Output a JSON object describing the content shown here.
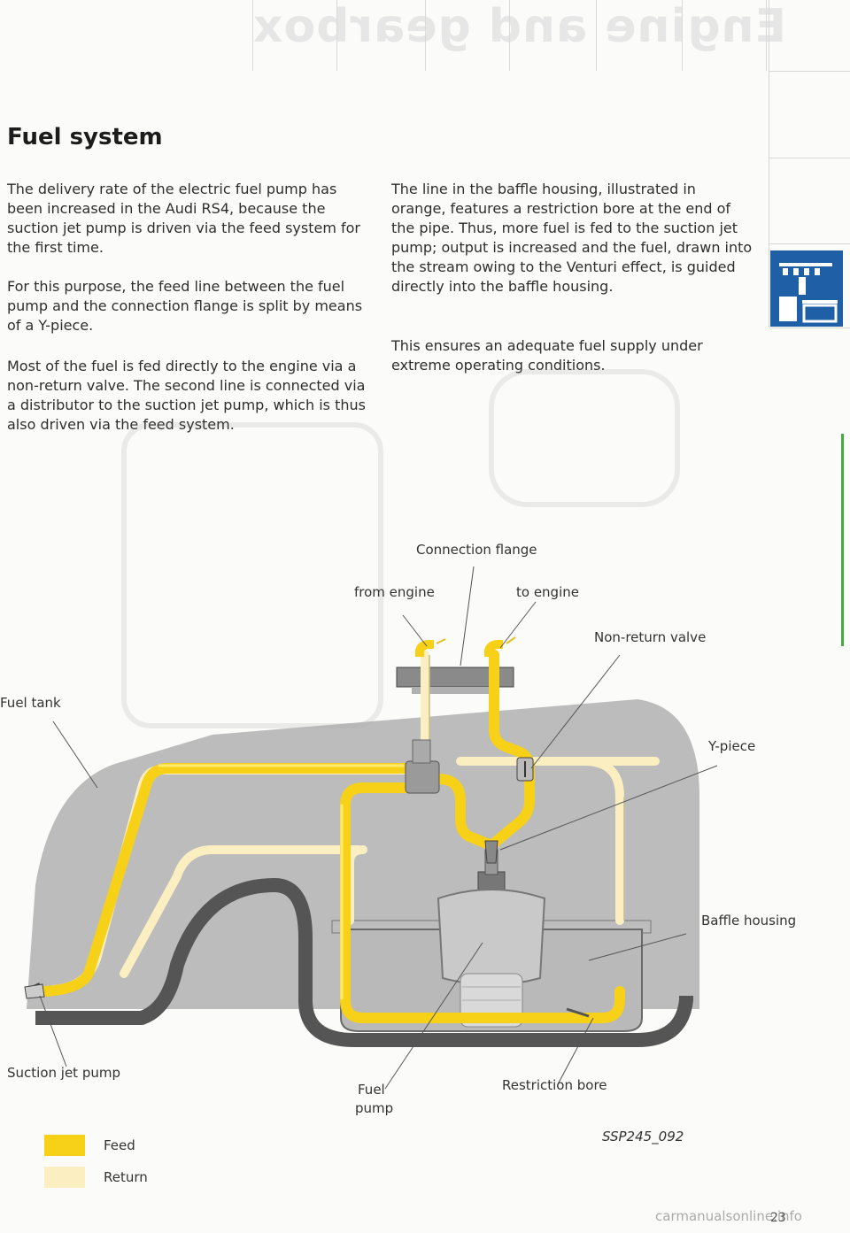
{
  "header": {
    "mirrored_title": "Engine and gearbox",
    "section_icon": "engine-gearbox-section-icon"
  },
  "left_column": {
    "title": "Fuel system",
    "paragraphs": [
      "The delivery rate of the electric fuel pump has been increased in the Audi RS4, because the suction jet pump is driven via the feed system for the first time.",
      "For this purpose, the feed line between the fuel pump and the connection flange is split by means of a Y-piece.",
      "Most of the fuel is fed directly to the engine via a non-return valve. The second line is connected via a distributor to the suction jet pump, which is thus also driven via the feed system."
    ]
  },
  "right_column": {
    "paragraphs": [
      "The line in the baffle housing, illustrated in orange, features a restriction bore at the end of the pipe. Thus, more fuel is fed to the suction jet pump; output is increased and the fuel, drawn into the stream owing to the Venturi effect, is guided directly into the baffle housing.",
      "This ensures an adequate fuel supply under extreme operating conditions."
    ]
  },
  "diagram": {
    "labels": {
      "connection_flange": "Connection flange",
      "from_engine": "from engine",
      "to_engine": "to engine",
      "non_return_valve": "Non-return valve",
      "fuel_tank": "Fuel tank",
      "y_piece": "Y-piece",
      "baffle_housing": "Baffle housing",
      "suction_jet_pump": "Suction jet pump",
      "fuel_pump_line1": "Fuel",
      "fuel_pump_line2": "pump",
      "restriction_bore": "Restriction bore"
    },
    "reference": "SSP245_092",
    "colors": {
      "feed": "#f7d117",
      "return": "#fbefc2",
      "tank": "#a8a8a8"
    }
  },
  "legend": {
    "feed_label": "Feed",
    "return_label": "Return"
  },
  "footer": {
    "page_number": "23",
    "watermark": "carmanualsonline.info"
  }
}
